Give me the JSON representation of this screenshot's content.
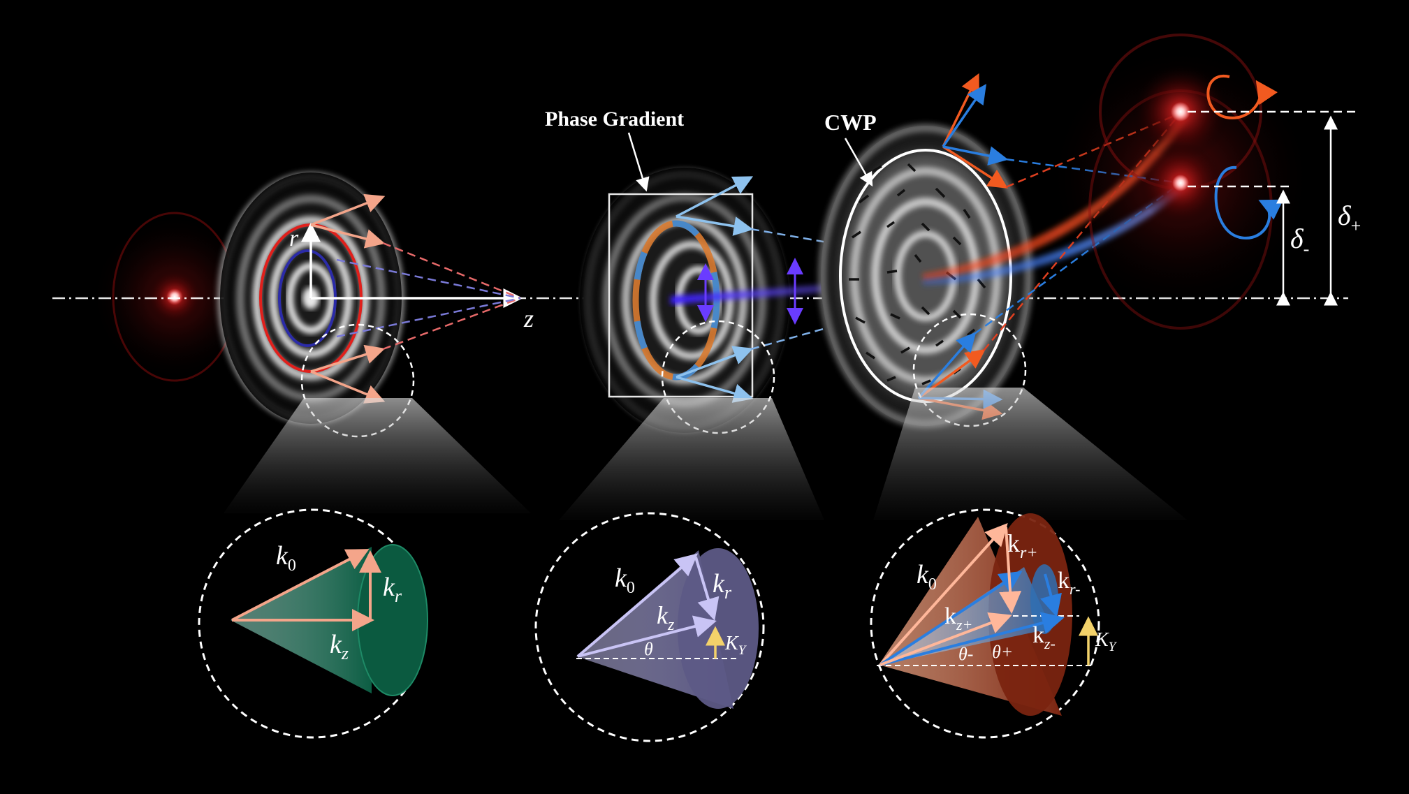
{
  "labels": {
    "phase_gradient": "Phase Gradient",
    "cwp": "CWP",
    "r": "r",
    "z": "z",
    "delta_plus_base": "δ",
    "delta_plus_sub": "+",
    "delta_minus_base": "δ",
    "delta_minus_sub": "-"
  },
  "cone1": {
    "k0_base": "k",
    "k0_sub": "0",
    "kr_base": "k",
    "kr_sub": "r",
    "kz_base": "k",
    "kz_sub": "z"
  },
  "cone2": {
    "k0_base": "k",
    "k0_sub": "0",
    "kr_base": "k",
    "kr_sub": "r",
    "kz_base": "k",
    "kz_sub": "z",
    "KY_base": "K",
    "KY_sub": "Y",
    "theta": "θ"
  },
  "cone3": {
    "k0_base": "k",
    "k0_sub": "0",
    "krp_base": "k",
    "krp_sub": "r+",
    "krm_base": "k",
    "krm_sub": "r-",
    "kzp_base": "k",
    "kzp_sub": "z+",
    "kzm_base": "k",
    "kzm_sub": "z-",
    "KY_base": "K",
    "KY_sub": "Y",
    "theta_minus": "θ-",
    "theta_plus": "θ+"
  },
  "colors": {
    "background": "#000000",
    "red_ring": "#e0201c",
    "blue_ring": "#2b2ba8",
    "salmon_arrow": "#f4a58a",
    "light_blue_arrow": "#8ec2ee",
    "orange_arrow": "#f25a20",
    "blue_arrow": "#2a7ee0",
    "violet_beam": "#5a2cff",
    "green_cone": "#0b5a40",
    "purple_cone": "#5d5a86",
    "rust_cone": "#8a2a12",
    "yellow_arrow": "#f3d26a"
  }
}
